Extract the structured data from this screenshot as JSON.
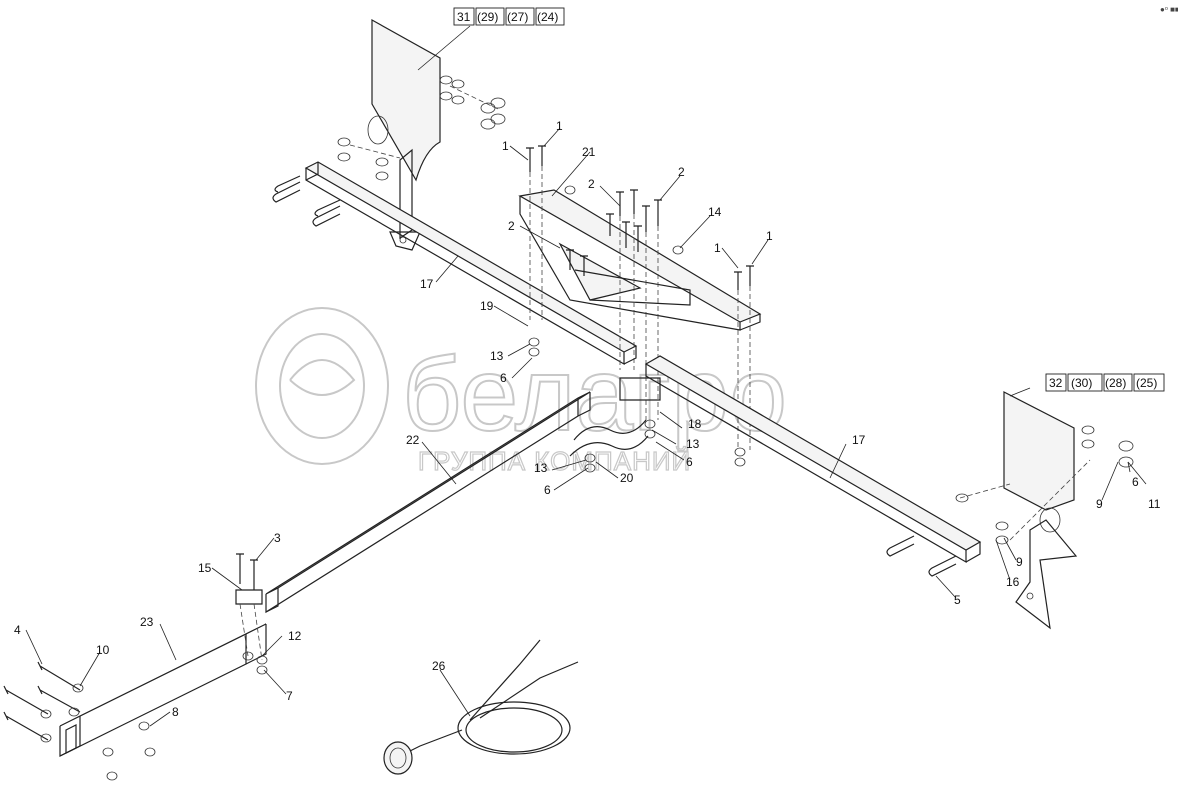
{
  "watermark": {
    "brand": "белагро",
    "subtitle": "ГРУППА КОМПАНИЙ"
  },
  "corner_mark": "●ᵒ ■■■",
  "ref_boxes": {
    "top": [
      "31",
      "(29)",
      "(27)",
      "(24)"
    ],
    "right": [
      "32",
      "(30)",
      "(28)",
      "(25)"
    ]
  },
  "callouts": {
    "c1a": "1",
    "c1b": "1",
    "c1c": "1",
    "c1d": "1",
    "c2a": "2",
    "c2b": "2",
    "c2c": "2",
    "c3": "3",
    "c4": "4",
    "c5": "5",
    "c6a": "6",
    "c6b": "6",
    "c6c": "6",
    "c6d": "6",
    "c7": "7",
    "c8": "8",
    "c9a": "9",
    "c9b": "9",
    "c10": "10",
    "c11": "11",
    "c12": "12",
    "c13a": "13",
    "c13b": "13",
    "c13c": "13",
    "c14": "14",
    "c15": "15",
    "c16": "16",
    "c17a": "17",
    "c17b": "17",
    "c18": "18",
    "c19": "19",
    "c20": "20",
    "c21": "21",
    "c22": "22",
    "c23": "23",
    "c26": "26"
  }
}
